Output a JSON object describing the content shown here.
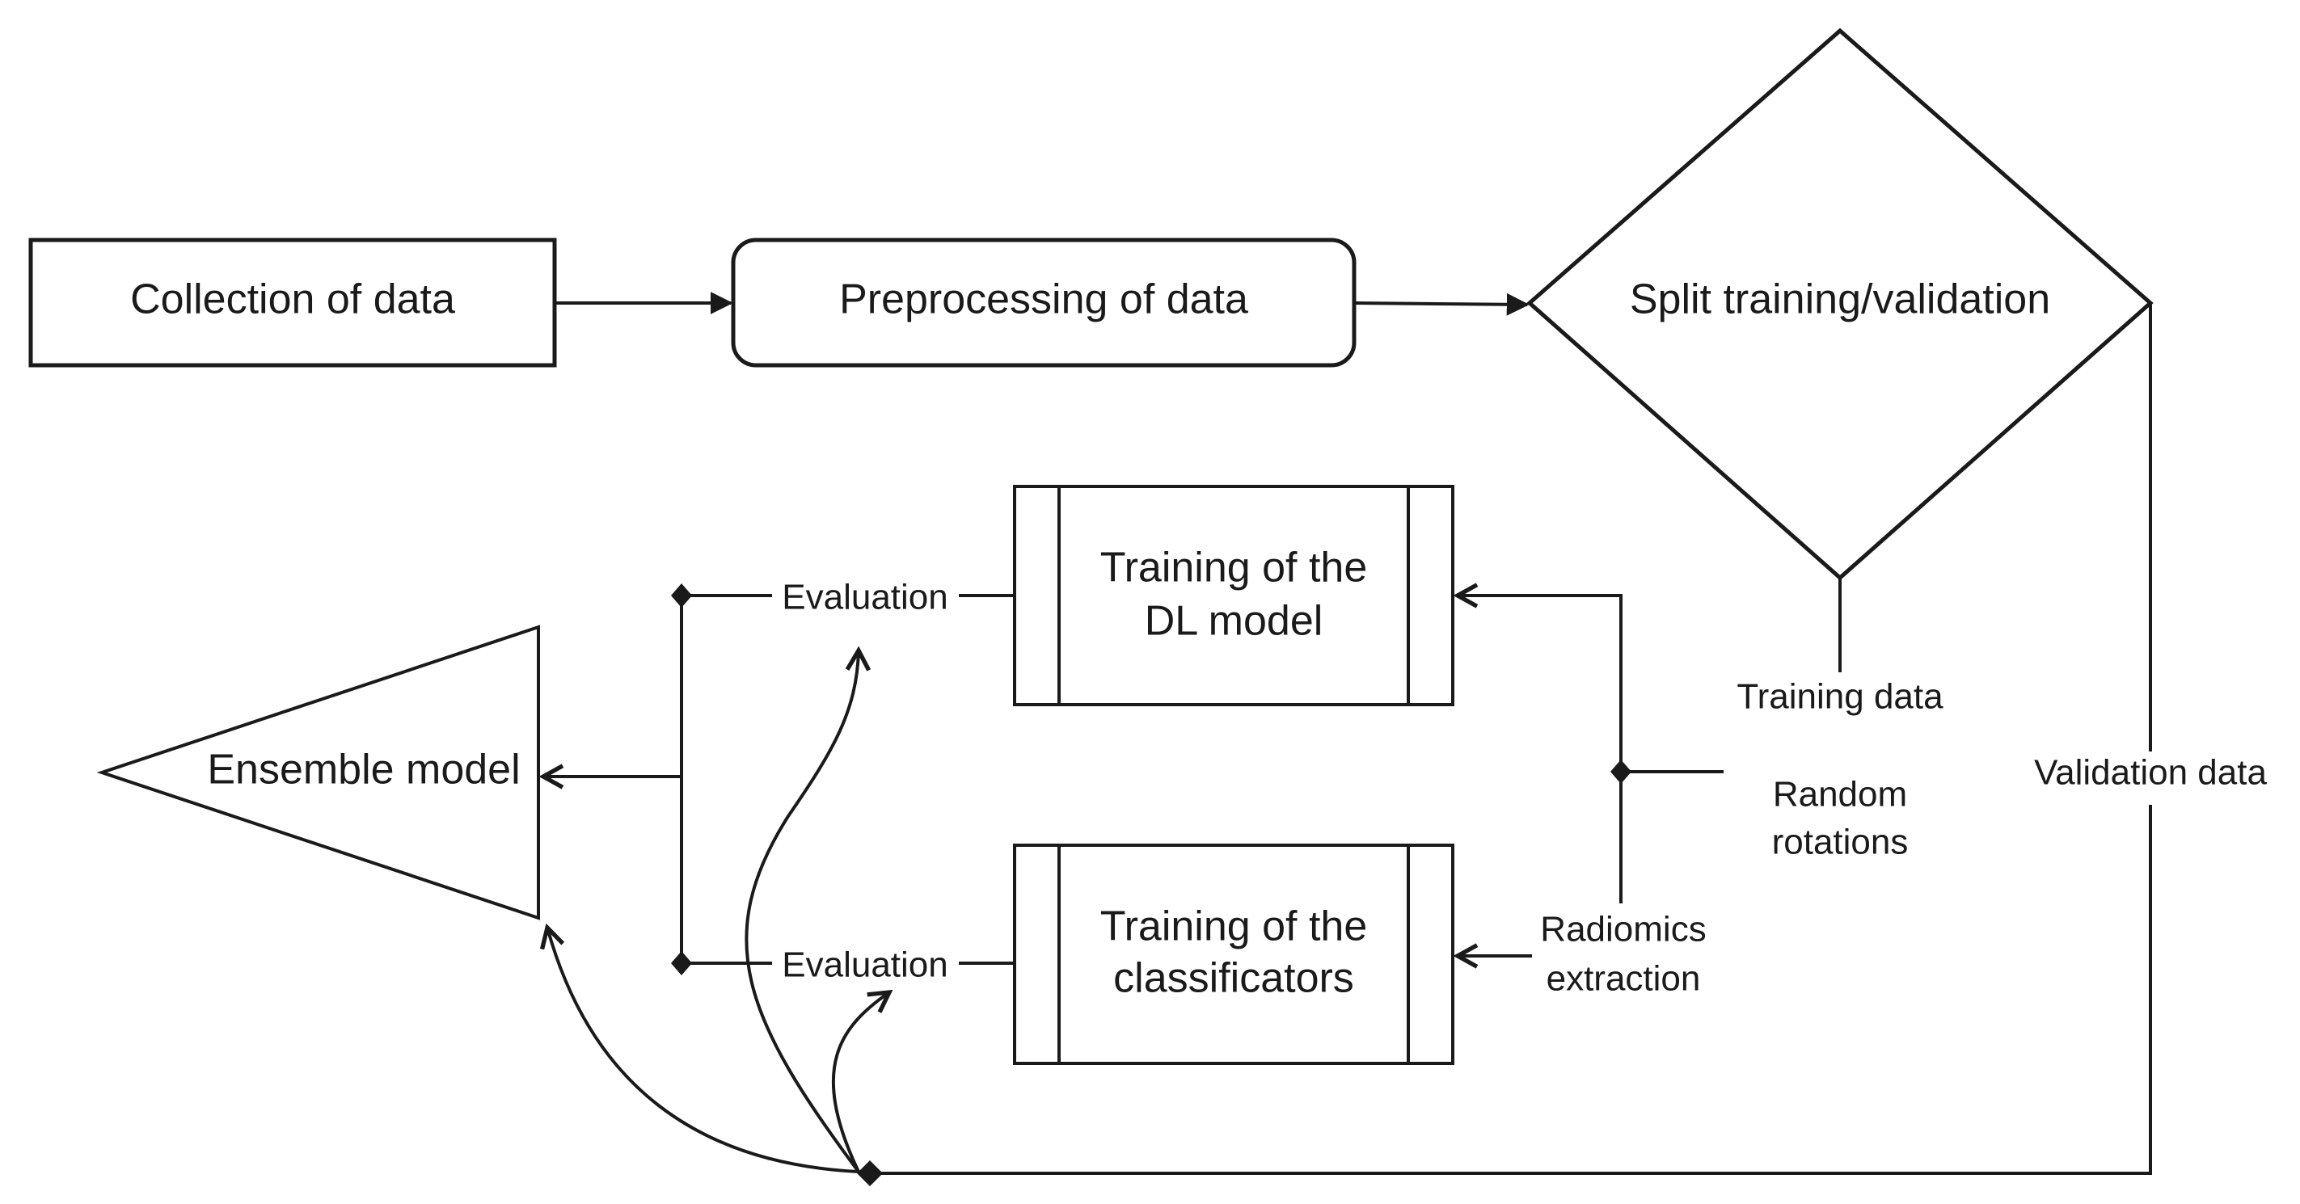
{
  "nodes": {
    "collection": "Collection of data",
    "preprocessing": "Preprocessing of data",
    "split": "Split training/validation",
    "dl_training": [
      "Training of the",
      "DL model"
    ],
    "classificator_training": [
      "Training of the",
      "classificators"
    ],
    "ensemble": "Ensemble model"
  },
  "edge_labels": {
    "training_data": "Training data",
    "validation_data": "Validation data",
    "random_rotations": [
      "Random",
      "rotations"
    ],
    "radiomics_extraction": [
      "Radiomics",
      "extraction"
    ],
    "evaluation_top": "Evaluation",
    "evaluation_bottom": "Evaluation"
  },
  "colors": {
    "stroke": "#1a1a1a",
    "background": "#ffffff"
  }
}
